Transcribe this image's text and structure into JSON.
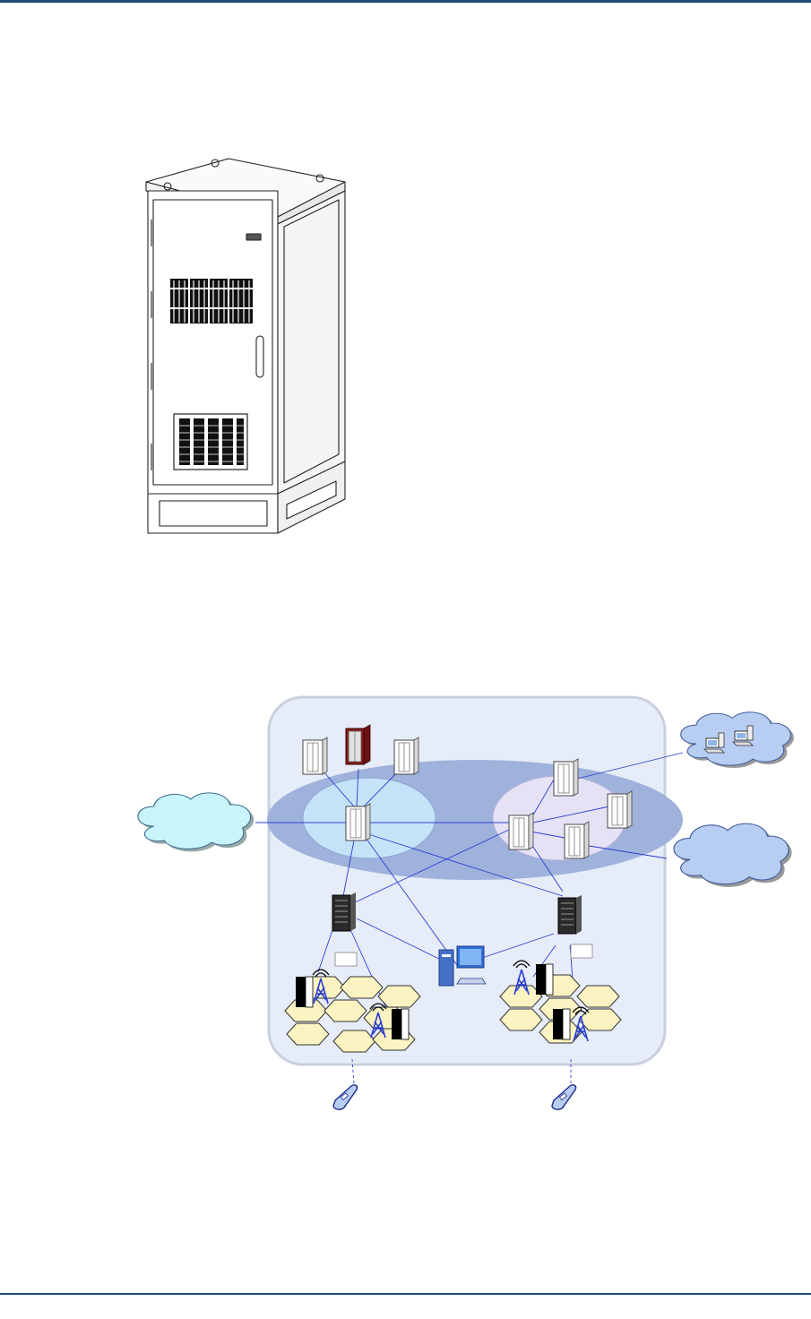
{
  "page": {
    "rule_color": "#1f4e79"
  },
  "figures": [
    {
      "id": "outdoor-cabinet",
      "kind": "illustration",
      "icons": [
        "eyebolt-icon",
        "cabinet-door-handle-icon",
        "air-vent-icon"
      ]
    },
    {
      "id": "network-topology",
      "kind": "diagram",
      "colors": {
        "core_area": "#e6ecf8",
        "core_band": "#9fb2dc",
        "left_cloud": "#c8f5fb",
        "right_clouds": "#b7cdf2",
        "cell": "#fbf3c2",
        "link": "#2a3fd0"
      },
      "icons": [
        "server-rack-icon",
        "cloud-icon",
        "computer-terminal-icon",
        "antenna-tower-icon",
        "base-station-icon",
        "mobile-phone-icon",
        "workstation-icon"
      ],
      "tags": [
        "",
        ""
      ]
    }
  ]
}
